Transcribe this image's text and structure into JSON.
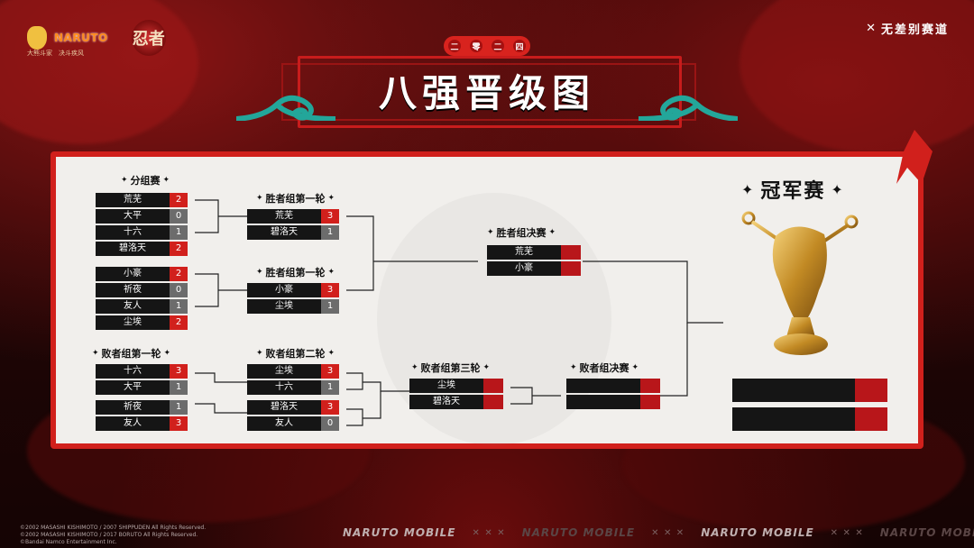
{
  "header": {
    "logo_text": "NARUTO",
    "logo_sub": "大熊斗家　决斗疾风",
    "logo_char": "忍者",
    "brand_icon": "shuriken-icon",
    "brand": "无差别赛道",
    "title_pill": [
      "二",
      "零",
      "二",
      "四"
    ],
    "title": "八强晋级图"
  },
  "colors": {
    "accent": "#d1201c",
    "dark": "#151515",
    "panel": "#f1efec",
    "lose": "#6c6c6c"
  },
  "bracket": {
    "group_stage": {
      "title": "分组赛",
      "rows": [
        {
          "name": "荒芜",
          "score": "2",
          "result": "win"
        },
        {
          "name": "大平",
          "score": "0",
          "result": "lose"
        },
        {
          "name": "十六",
          "score": "1",
          "result": "lose"
        },
        {
          "name": "碧洛天",
          "score": "2",
          "result": "win"
        },
        {
          "name": "小豪",
          "score": "2",
          "result": "win"
        },
        {
          "name": "祈夜",
          "score": "0",
          "result": "lose"
        },
        {
          "name": "友人",
          "score": "1",
          "result": "lose"
        },
        {
          "name": "尘埃",
          "score": "2",
          "result": "win"
        }
      ]
    },
    "winners_r1_a": {
      "title": "胜者组第一轮",
      "rows": [
        {
          "name": "荒芜",
          "score": "3",
          "result": "win"
        },
        {
          "name": "碧洛天",
          "score": "1",
          "result": "lose"
        }
      ]
    },
    "winners_r1_b": {
      "title": "胜者组第一轮",
      "rows": [
        {
          "name": "小豪",
          "score": "3",
          "result": "win"
        },
        {
          "name": "尘埃",
          "score": "1",
          "result": "lose"
        }
      ]
    },
    "winners_final": {
      "title": "胜者组决赛",
      "rows": [
        {
          "name": "荒芜",
          "score": "",
          "result": "empty"
        },
        {
          "name": "小豪",
          "score": "",
          "result": "empty"
        }
      ]
    },
    "losers_r1": {
      "title": "败者组第一轮",
      "rows": [
        {
          "name": "十六",
          "score": "3",
          "result": "win"
        },
        {
          "name": "大平",
          "score": "1",
          "result": "lose"
        },
        {
          "name": "祈夜",
          "score": "1",
          "result": "lose"
        },
        {
          "name": "友人",
          "score": "3",
          "result": "win"
        }
      ]
    },
    "losers_r2": {
      "title": "败者组第二轮",
      "rows": [
        {
          "name": "尘埃",
          "score": "3",
          "result": "win"
        },
        {
          "name": "十六",
          "score": "1",
          "result": "lose"
        },
        {
          "name": "碧洛天",
          "score": "3",
          "result": "win"
        },
        {
          "name": "友人",
          "score": "0",
          "result": "lose"
        }
      ]
    },
    "losers_r3": {
      "title": "败者组第三轮",
      "rows": [
        {
          "name": "尘埃",
          "score": "",
          "result": "empty"
        },
        {
          "name": "碧洛天",
          "score": "",
          "result": "empty"
        }
      ]
    },
    "losers_final": {
      "title": "败者组决赛",
      "rows": [
        {
          "name": "",
          "score": "",
          "result": "empty"
        },
        {
          "name": "",
          "score": "",
          "result": "empty"
        }
      ]
    },
    "grand_final": {
      "title": "冠军赛"
    }
  },
  "footer": {
    "copyright": [
      "©2002 MASASHI KISHIMOTO / 2007 SHIPPUDEN All Rights Reserved.",
      "©2002 MASASHI KISHIMOTO / 2017 BORUTO All Rights Reserved.",
      "©Bandai Namco Entertainment Inc."
    ],
    "strip": [
      "NARUTO MOBILE",
      "NARUTO MOBILE",
      "NARUTO MOBILE",
      "NARUTO MOBILE"
    ]
  }
}
